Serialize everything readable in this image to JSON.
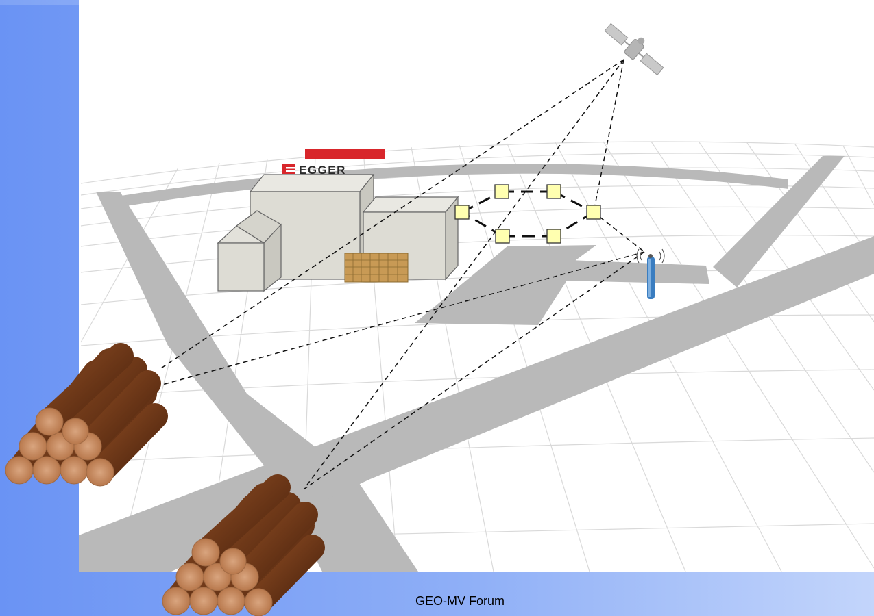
{
  "brand": {
    "name": "EGGER",
    "bar_color": "#d8262b"
  },
  "footer": {
    "text": "GEO-MV Forum"
  },
  "colors": {
    "road": "#b9b9b9",
    "grid": "#d6d6d6",
    "sensor_node": "#ffffb0",
    "building": "#dddcd4",
    "log_bark": "#6b3417",
    "log_end": "#c98e64",
    "antenna": "#3a7dc0"
  },
  "icons": [
    "satellite-icon",
    "antenna-icon",
    "factory-building",
    "log-pile",
    "pallet-stack",
    "sensor-node"
  ]
}
